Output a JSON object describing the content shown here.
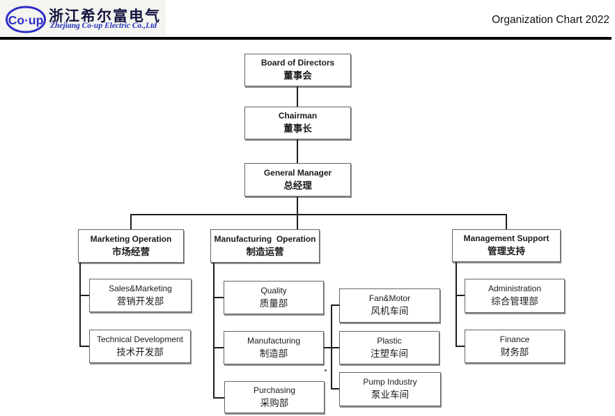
{
  "header": {
    "logo": {
      "mark_text": "Co·up",
      "company_cn": "浙江希尔富电气",
      "company_en": "Zhejiang Co-up Electric Co.,Ltd",
      "brand_blue": "#2d2dc8",
      "brand_dark_navy": "#14143f"
    },
    "title": "Organization Chart 2022"
  },
  "chart": {
    "colors": {
      "connector_line": "#1c1c1c",
      "box_border": "#636363",
      "divider": "#000000",
      "box_fill": "#ffffff"
    },
    "nodes": {
      "board": {
        "en": "Board of Directors",
        "cn": "董事会"
      },
      "chairman": {
        "en": "Chairman",
        "cn": "董事长"
      },
      "general_manager": {
        "en": "General Manager",
        "cn": "总经理"
      },
      "marketing_operation": {
        "en": "Marketing Operation",
        "cn": "市场经营"
      },
      "manufacturing_operation": {
        "en": "Manufacturing  Operation",
        "cn": "制造运营"
      },
      "management_support": {
        "en": "Management Support",
        "cn": "管理支持"
      },
      "sales_marketing": {
        "en": "Sales&Marketing",
        "cn": "营销开发部"
      },
      "technical_development": {
        "en": "Technical Development",
        "cn": "技术开发部"
      },
      "quality": {
        "en": "Quality",
        "cn": "质量部"
      },
      "manufacturing_dept": {
        "en": "Manufacturing",
        "cn": "制造部"
      },
      "purchasing": {
        "en": "Purchasing",
        "cn": "采购部"
      },
      "fan_motor": {
        "en": "Fan&Motor",
        "cn": "风机车间"
      },
      "plastic": {
        "en": "Plastic",
        "cn": "注塑车间"
      },
      "pump_industry": {
        "en": "Pump Industry",
        "cn": "泵业车间"
      },
      "administration": {
        "en": "Administration",
        "cn": "综合管理部"
      },
      "finance": {
        "en": "Finance",
        "cn": "财务部"
      }
    }
  }
}
